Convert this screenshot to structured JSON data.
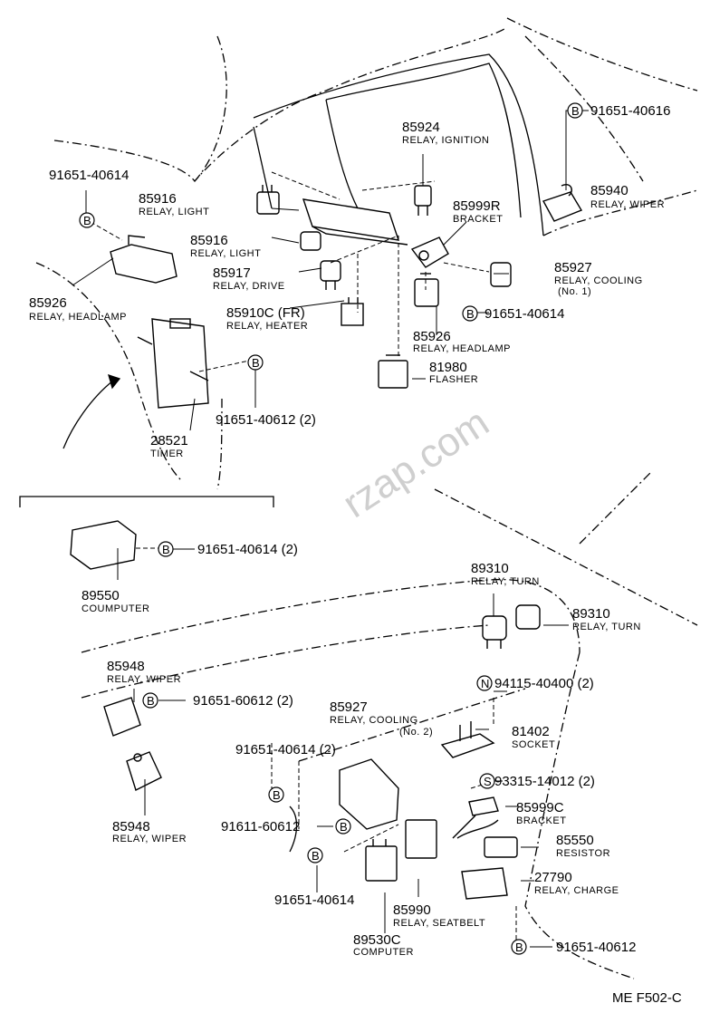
{
  "watermark": "rzap.com",
  "page_code": "ME  F502-C",
  "labels": {
    "p85924": "85924",
    "n85924": "RELAY, IGNITION",
    "p91651_40616": "91651-40616",
    "p91651_40614_top": "91651-40614",
    "p85916a": "85916",
    "n85916a": "RELAY, LIGHT",
    "p85916b": "85916",
    "n85916b": "RELAY, LIGHT",
    "p85999r": "85999R",
    "n85999r": "BRACKET",
    "p85940": "85940",
    "n85940": "RELAY, WIPER",
    "p85917": "85917",
    "n85917": "RELAY, DRIVE",
    "p85927a": "85927",
    "n85927a": "RELAY, COOLING",
    "n85927a2": "(No. 1)",
    "p85926a": "85926",
    "n85926a": "RELAY, HEADLAMP",
    "p85910c": "85910C (FR)",
    "n85910c": "RELAY, HEATER",
    "p91651_40614_mid": "91651-40614",
    "p85926b": "85926",
    "n85926b": "RELAY, HEADLAMP",
    "p81980": "81980",
    "n81980": "FLASHER",
    "p91651_40612_2": "91651-40612 (2)",
    "p28521": "28521",
    "n28521": "TIMER",
    "p91651_40614_2a": "91651-40614 (2)",
    "p89550": "89550",
    "n89550": "COUMPUTER",
    "p89310a": "89310",
    "n89310a": "RELAY, TURN",
    "p89310b": "89310",
    "n89310b": "RELAY, TURN",
    "p85948a": "85948",
    "n85948a": "RELAY, WIPER",
    "p91651_60612": "91651-60612 (2)",
    "p94115": "94115-40400 (2)",
    "p85927b": "85927",
    "n85927b": "RELAY, COOLING",
    "n85927b2": "(No. 2)",
    "p91651_40614_2b": "91651-40614 (2)",
    "p81402": "81402",
    "n81402": "SOCKET",
    "p93315": "93315-14012 (2)",
    "p85948b": "85948",
    "n85948b": "RELAY, WIPER",
    "p91611": "91611-60612",
    "p85999c": "85999C",
    "n85999c": "BRACKET",
    "p85550": "85550",
    "n85550": "RESISTOR",
    "p27790": "27790",
    "n27790": "RELAY, CHARGE",
    "p91651_40614_bot": "91651-40614",
    "p85990": "85990",
    "n85990": "RELAY, SEATBELT",
    "p89530c": "89530C",
    "n89530c": "COMPUTER",
    "p91651_40612_bot": "91651-40612"
  },
  "fastener_codes": {
    "b": "B",
    "n": "N",
    "s": "S"
  }
}
